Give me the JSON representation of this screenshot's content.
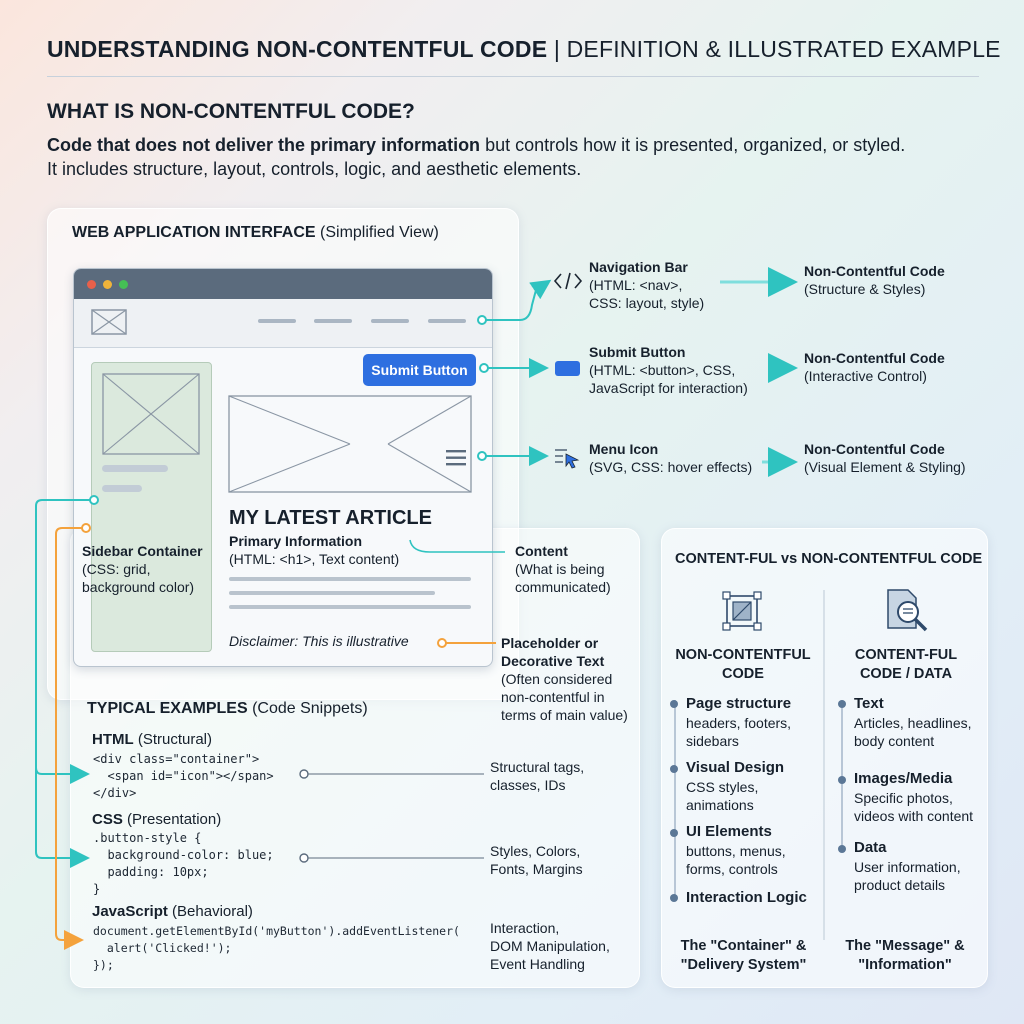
{
  "header": {
    "title_bold": "UNDERSTANDING NON-CONTENTFUL CODE",
    "title_separator": " | ",
    "title_light": "DEFINITION & ILLUSTRATED EXAMPLE"
  },
  "definition": {
    "question": "WHAT IS NON-CONTENTFUL CODE?",
    "lead_bold": "Code that does not deliver the primary information",
    "lead_rest": " but controls how it is presented, organized, or styled.",
    "line2": "It includes structure, layout, controls, logic, and aesthetic elements."
  },
  "web_app": {
    "title_bold": "WEB APPLICATION INTERFACE",
    "title_light": " (Simplified View)",
    "submit_button": "Submit Button",
    "article_title": "MY LATEST ARTICLE",
    "primary_info": "Primary Information",
    "primary_info_sub": "(HTML: <h1>, Text content)",
    "disclaimer": "Disclaimer: This is illustrative",
    "sidebar_title": "Sidebar Container",
    "sidebar_sub1": "(CSS: grid,",
    "sidebar_sub2": "background color)"
  },
  "callouts": {
    "nav_title": "Navigation Bar",
    "nav_sub1": "(HTML: <nav>,",
    "nav_sub2": "CSS: layout, style)",
    "nav_result_title": "Non-Contentful Code",
    "nav_result_sub": "(Structure & Styles)",
    "submit_title": "Submit Button",
    "submit_sub1": "(HTML: <button>, CSS,",
    "submit_sub2": "JavaScript for interaction)",
    "submit_result_title": "Non-Contentful Code",
    "submit_result_sub": "(Interactive Control)",
    "menu_title": "Menu Icon",
    "menu_sub": "(SVG, CSS: hover effects)",
    "menu_result_title": "Non-Contentful Code",
    "menu_result_sub": "(Visual Element & Styling)",
    "content_title": "Content",
    "content_sub1": "(What is being",
    "content_sub2": "communicated)",
    "placeholder_title1": "Placeholder or",
    "placeholder_title2": "Decorative Text",
    "placeholder_sub1": "(Often considered",
    "placeholder_sub2": "non-contentful in",
    "placeholder_sub3": "terms of main value)"
  },
  "examples": {
    "title_bold": "TYPICAL EXAMPLES",
    "title_light": " (Code Snippets)",
    "html_bold": "HTML",
    "html_light": " (Structural)",
    "html_code": "<div class=\"container\">\n  <span id=\"icon\"></span>\n</div>",
    "html_note1": "Structural tags,",
    "html_note2": "classes, IDs",
    "css_bold": "CSS",
    "css_light": " (Presentation)",
    "css_code": ".button-style {\n  background-color: blue;\n  padding: 10px;\n}",
    "css_note1": "Styles, Colors,",
    "css_note2": "Fonts, Margins",
    "js_bold": "JavaScript",
    "js_light": " (Behavioral)",
    "js_code": "document.getElementById('myButton').addEventListener(\n  alert('Clicked!');\n});",
    "js_note1": "Interaction,",
    "js_note2": "DOM Manipulation,",
    "js_note3": "Event Handling"
  },
  "comparison": {
    "title": "CONTENT-FUL vs NON-CONTENTFUL CODE",
    "left_title1": "NON-CONTENTFUL",
    "left_title2": "CODE",
    "left_items": [
      {
        "title": "Page structure",
        "desc1": "headers, footers,",
        "desc2": "sidebars"
      },
      {
        "title": "Visual Design",
        "desc1": "CSS styles,",
        "desc2": "animations"
      },
      {
        "title": "UI Elements",
        "desc1": "buttons, menus,",
        "desc2": "forms, controls"
      },
      {
        "title": "Interaction Logic",
        "desc1": "",
        "desc2": ""
      }
    ],
    "left_footer1": "The \"Container\" &",
    "left_footer2": "\"Delivery System\"",
    "right_title1": "CONTENT-FUL",
    "right_title2": "CODE / DATA",
    "right_items": [
      {
        "title": "Text",
        "desc1": "Articles, headlines,",
        "desc2": "body content"
      },
      {
        "title": "Images/Media",
        "desc1": "Specific photos,",
        "desc2": "videos with content"
      },
      {
        "title": "Data",
        "desc1": "User information,",
        "desc2": "product details"
      }
    ],
    "right_footer1": "The \"Message\" &",
    "right_footer2": "\"Information\""
  },
  "colors": {
    "teal": "#2fc3c0",
    "orange": "#f4a23c",
    "blue_button": "#2e6fe0",
    "dark_bar": "#5b6b7d"
  }
}
